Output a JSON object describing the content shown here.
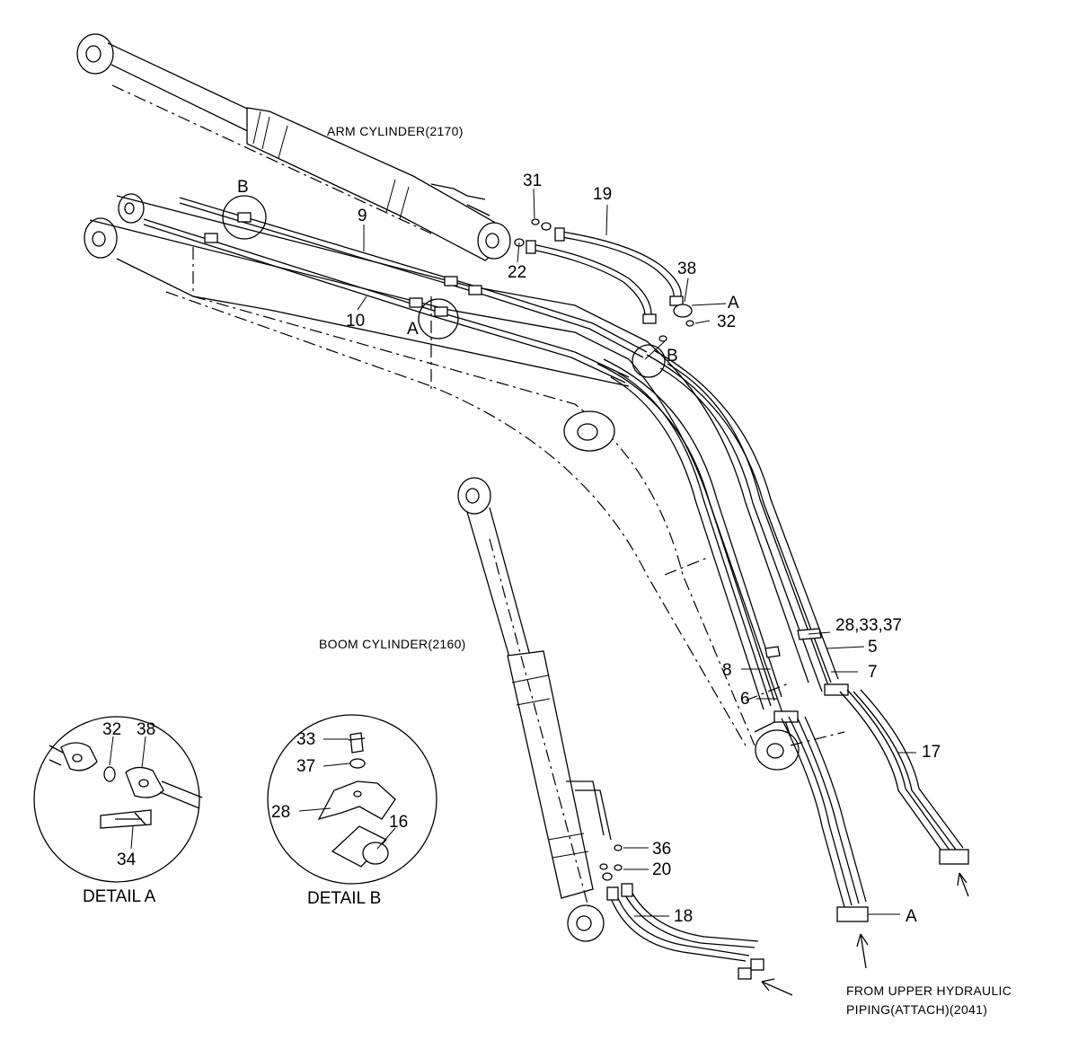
{
  "captions": {
    "arm_cylinder": "ARM CYLINDER(2170)",
    "boom_cylinder": "BOOM CYLINDER(2160)",
    "source_line1": "FROM UPPER HYDRAULIC",
    "source_line2": "PIPING(ATTACH)(2041)"
  },
  "details": {
    "a": {
      "title": "DETAIL A",
      "parts": [
        "32",
        "38",
        "34"
      ]
    },
    "b": {
      "title": "DETAIL B",
      "parts": [
        "33",
        "37",
        "28",
        "16"
      ]
    }
  },
  "markers": {
    "a": "A",
    "b": "B"
  },
  "parts": {
    "p31": "31",
    "p19": "19",
    "p9": "9",
    "p22": "22",
    "p38": "38",
    "p32": "32",
    "p10": "10",
    "p28_33_37": "28,33,37",
    "p5": "5",
    "p7": "7",
    "p8": "8",
    "p6": "6",
    "p17": "17",
    "p36": "36",
    "p20": "20",
    "p18": "18"
  }
}
